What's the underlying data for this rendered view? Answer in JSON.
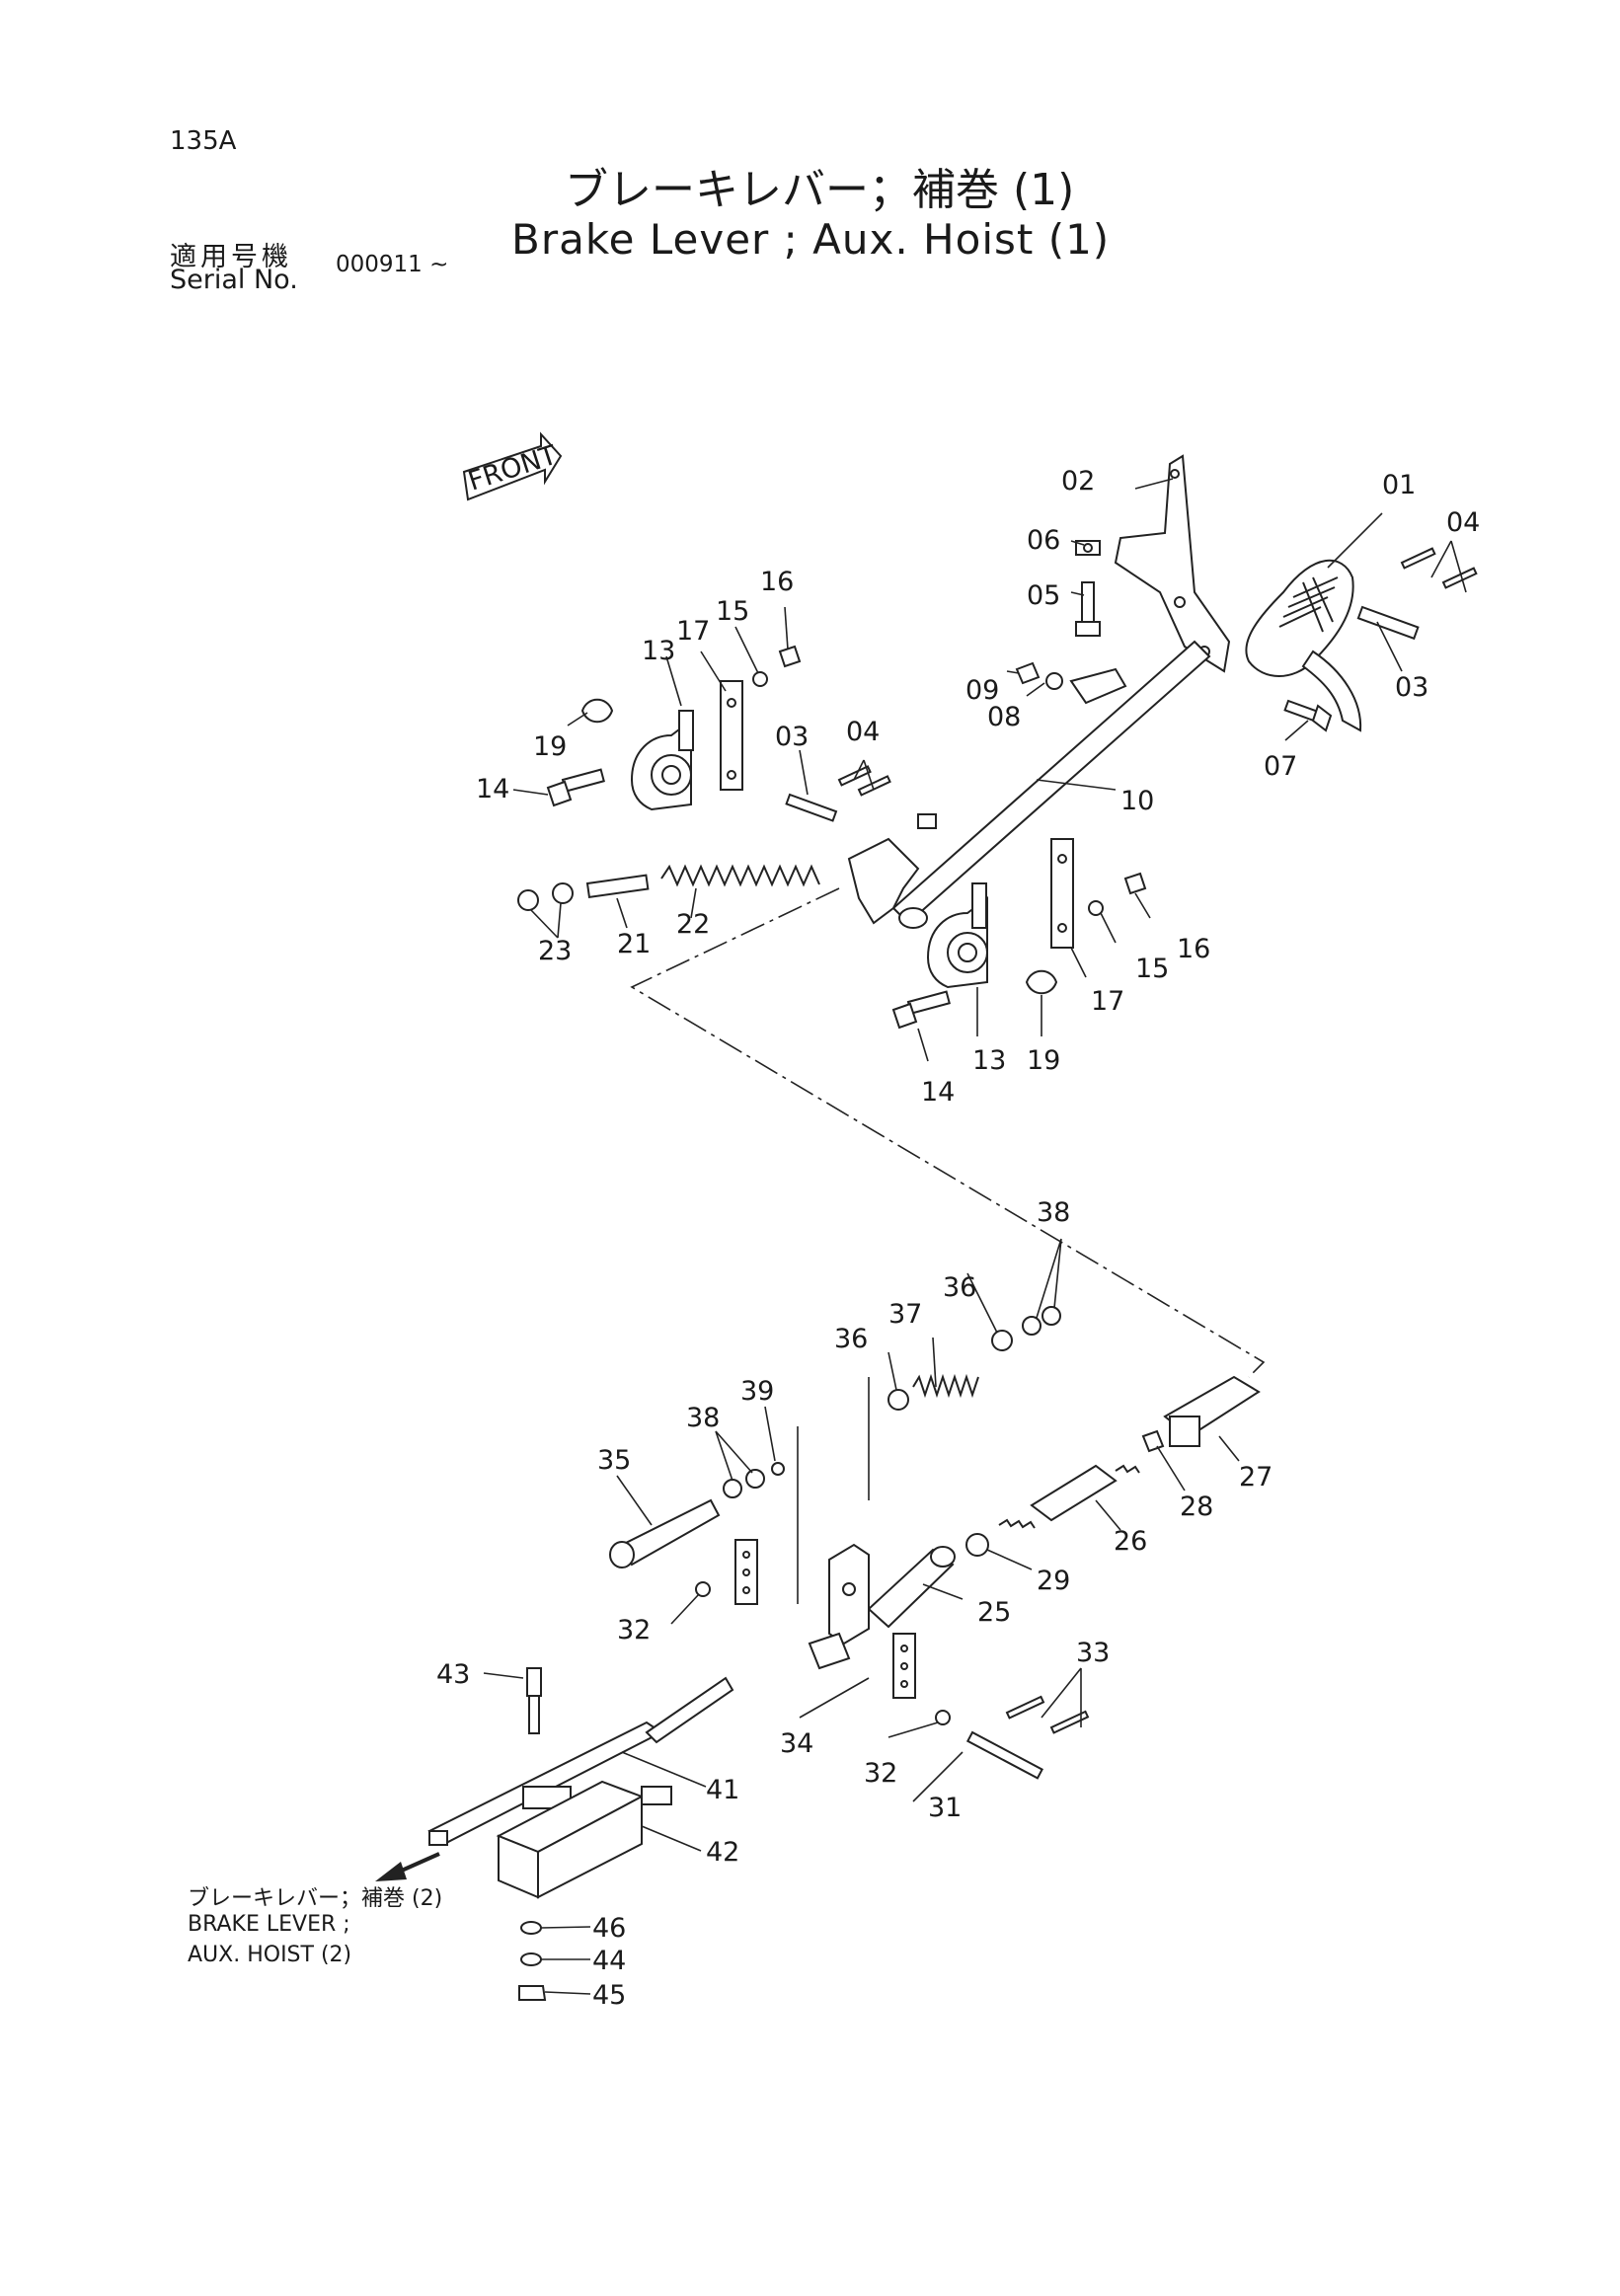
{
  "header": {
    "page_number": "135A",
    "title_ja": "ブレーキレバー；補巻 (1)",
    "title_en": "Brake Lever ; Aux. Hoist (1)",
    "serial_label_ja": "適用号機",
    "serial_label_en": "Serial No.",
    "serial_value": "000911 ~"
  },
  "front_marker": {
    "label": "FRONT"
  },
  "continuation_note": {
    "line1": "ブレーキレバー；補巻 (2)",
    "line2": "BRAKE LEVER ;",
    "line3": "AUX. HOIST (2)"
  },
  "callouts": {
    "c01": "01",
    "c02": "02",
    "c03a": "03",
    "c03b": "03",
    "c04a": "04",
    "c04b": "04",
    "c05": "05",
    "c06": "06",
    "c07": "07",
    "c08": "08",
    "c09": "09",
    "c10": "10",
    "c13a": "13",
    "c13b": "13",
    "c14a": "14",
    "c14b": "14",
    "c15a": "15",
    "c15b": "15",
    "c16a": "16",
    "c16b": "16",
    "c17a": "17",
    "c17b": "17",
    "c19a": "19",
    "c19b": "19",
    "c21": "21",
    "c22": "22",
    "c23": "23",
    "c25": "25",
    "c26": "26",
    "c27": "27",
    "c28": "28",
    "c29": "29",
    "c31": "31",
    "c32a": "32",
    "c32b": "32",
    "c33": "33",
    "c34": "34",
    "c35": "35",
    "c36a": "36",
    "c36b": "36",
    "c37": "37",
    "c38a": "38",
    "c38b": "38",
    "c39": "39",
    "c41": "41",
    "c42": "42",
    "c43": "43",
    "c44": "44",
    "c45": "45",
    "c46": "46"
  }
}
